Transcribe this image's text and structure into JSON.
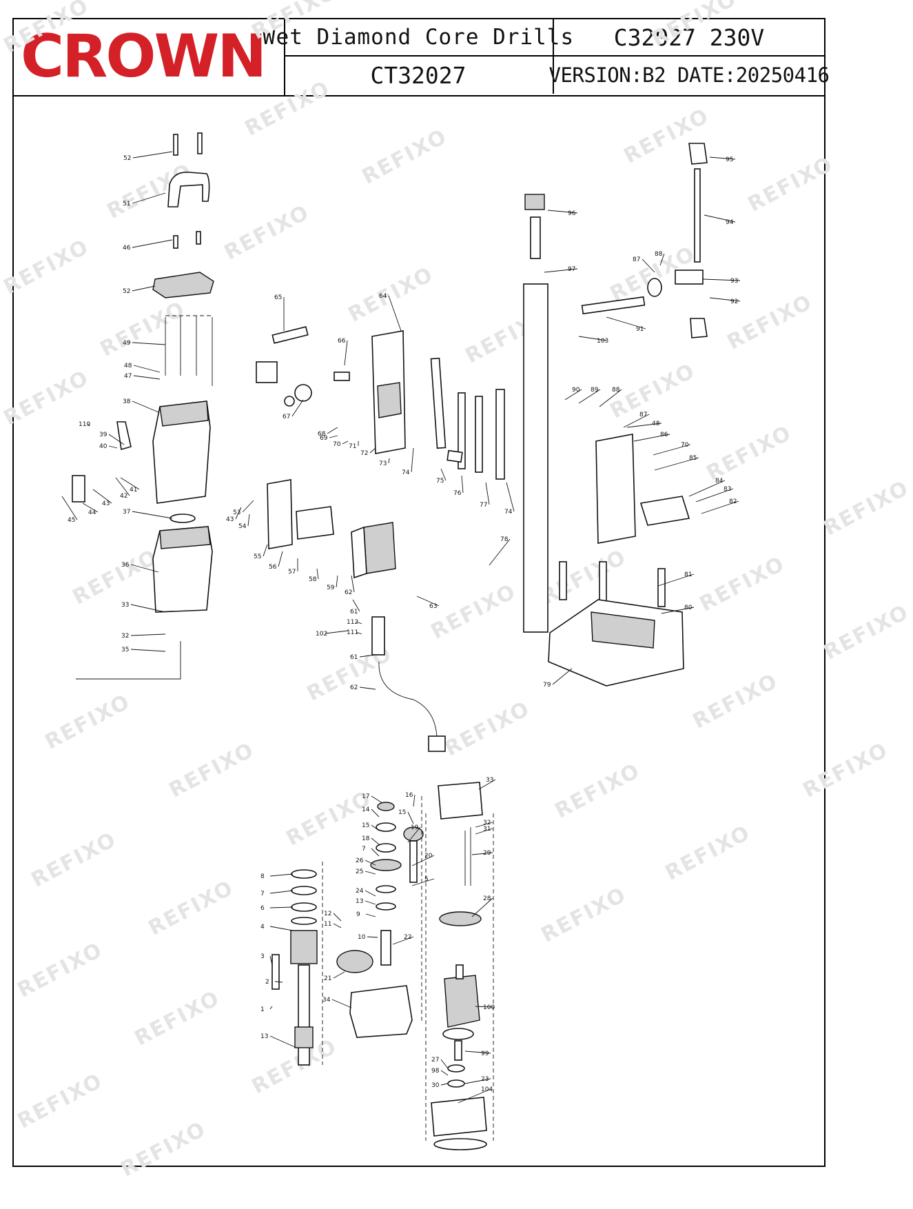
{
  "brand": {
    "logo_text": "CROWN",
    "logo_color": "#d42027"
  },
  "header": {
    "product_title": "Wet Diamond Core Drills",
    "product_code": "CT32027",
    "model_voltage": "C32027  230V",
    "version_date": "VERSION:B2  DATE:20250416"
  },
  "watermark_text": "REFIXO",
  "callouts": [
    "52",
    "51",
    "46",
    "52",
    "49",
    "48",
    "47",
    "38",
    "110",
    "39",
    "40",
    "41",
    "42",
    "43",
    "44",
    "45",
    "37",
    "36",
    "33",
    "32",
    "35",
    "53",
    "43",
    "54",
    "65",
    "66",
    "64",
    "67",
    "68",
    "69",
    "70",
    "71",
    "72",
    "73",
    "74",
    "75",
    "76",
    "77",
    "74",
    "55",
    "56",
    "57",
    "58",
    "59",
    "62",
    "63",
    "61",
    "112",
    "111",
    "102",
    "61",
    "62",
    "96",
    "95",
    "94",
    "93",
    "92",
    "97",
    "88",
    "87",
    "91",
    "103",
    "90",
    "89",
    "88",
    "87",
    "48",
    "86",
    "70",
    "85",
    "84",
    "83",
    "82",
    "78",
    "81",
    "80",
    "79",
    "17",
    "14",
    "15",
    "18",
    "7",
    "16",
    "15",
    "19",
    "20",
    "5",
    "26",
    "25",
    "24",
    "13",
    "9",
    "8",
    "7",
    "6",
    "4",
    "3",
    "2",
    "1",
    "13",
    "12",
    "11",
    "21",
    "22",
    "10",
    "34",
    "33",
    "32",
    "31",
    "29",
    "28",
    "100",
    "99",
    "27",
    "98",
    "30",
    "23",
    "104"
  ]
}
